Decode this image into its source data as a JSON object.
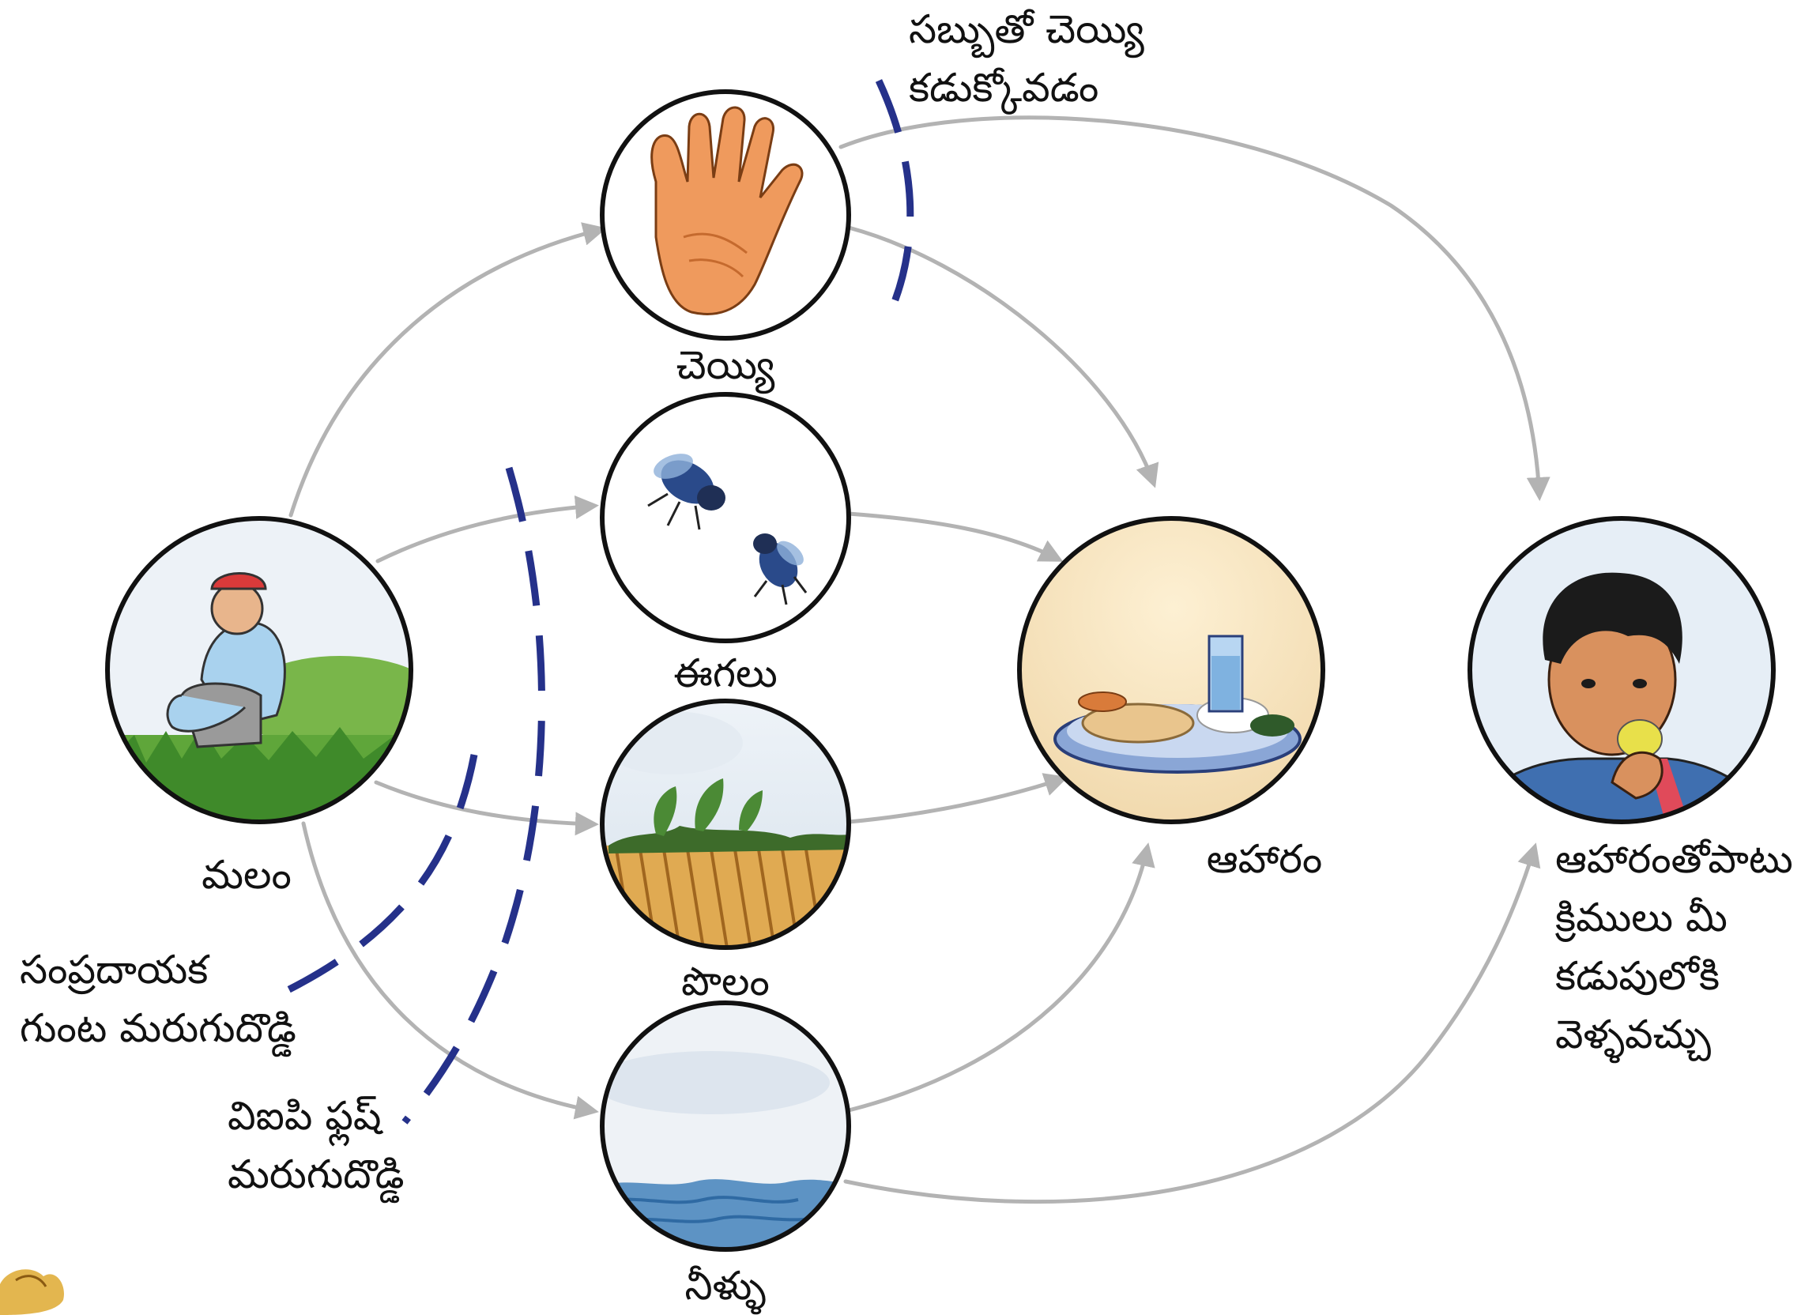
{
  "nodes": {
    "feces": {
      "label": "మలం",
      "icon": "squatting-man-icon"
    },
    "hand": {
      "label": "చెయ్యి",
      "icon": "hand-icon"
    },
    "flies": {
      "label": "ఈగలు",
      "icon": "flies-icon"
    },
    "field": {
      "label": "పొలం",
      "icon": "field-crop-icon"
    },
    "water": {
      "label": "నీళ్ళు",
      "icon": "water-icon"
    },
    "food": {
      "label": "ఆహారం",
      "icon": "food-plate-icon"
    },
    "person": {
      "label_lines": [
        "ఆహారంతోపాటు",
        "క్రిములు మీ",
        "కడుపులోకి",
        "వెళ్ళవచ్చు"
      ],
      "icon": "boy-eating-icon"
    }
  },
  "barriers": {
    "handwash": {
      "label_lines": [
        "సబ్బుతో చెయ్యి",
        "కడుక్కోవడం"
      ]
    },
    "pit_latrine": {
      "label_lines": [
        "సంప్రదాయక",
        "గుంట మరుగుదొడ్డి"
      ]
    },
    "vip_latrine": {
      "label_lines": [
        "విఐపి ఫ్లష్",
        "మరుగుదొడ్డి"
      ]
    }
  },
  "colors": {
    "arrow": "#b3b3b3",
    "barrier": "#25318a",
    "circle_border": "#111111"
  }
}
